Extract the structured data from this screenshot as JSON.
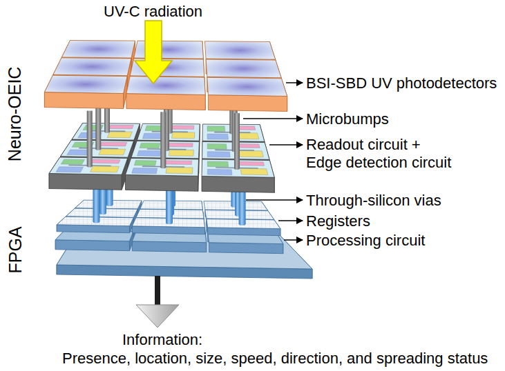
{
  "diagram": {
    "labels": [
      "UV-C radiation",
      "Neuro-OEIC",
      "BSI-SBD UV photodetectors",
      "Microbumps",
      "Readout circuit + Edge detection circuit",
      "Through-silicon vias",
      "Registers",
      "FPGA",
      "Processing circuit",
      "Information:",
      "Presence, location, size, speed, direction, and spreading status"
    ]
  }
}
